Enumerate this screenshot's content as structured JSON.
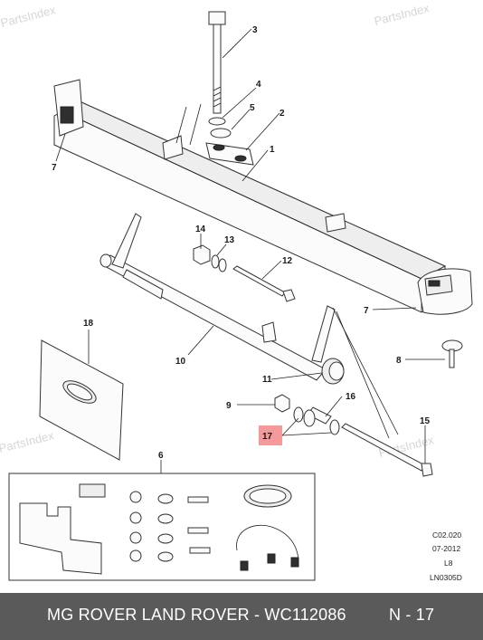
{
  "watermark": "PartsIndex",
  "callouts": {
    "c1": "1",
    "c2": "2",
    "c3": "3",
    "c4": "4",
    "c5": "5",
    "c6": "6",
    "c7a": "7",
    "c7b": "7",
    "c8": "8",
    "c9": "9",
    "c10": "10",
    "c11": "11",
    "c12": "12",
    "c13": "13",
    "c14": "14",
    "c15": "15",
    "c16": "16",
    "c17": "17",
    "c18": "18"
  },
  "highlight_color": "#f59a9a",
  "reference": {
    "line1": "C02.020",
    "line2": "07-2012",
    "line3": "L8",
    "line4": "LN0305D"
  },
  "footer": {
    "title": "MG ROVER LAND ROVER - WC112086",
    "page": "N - 17"
  }
}
